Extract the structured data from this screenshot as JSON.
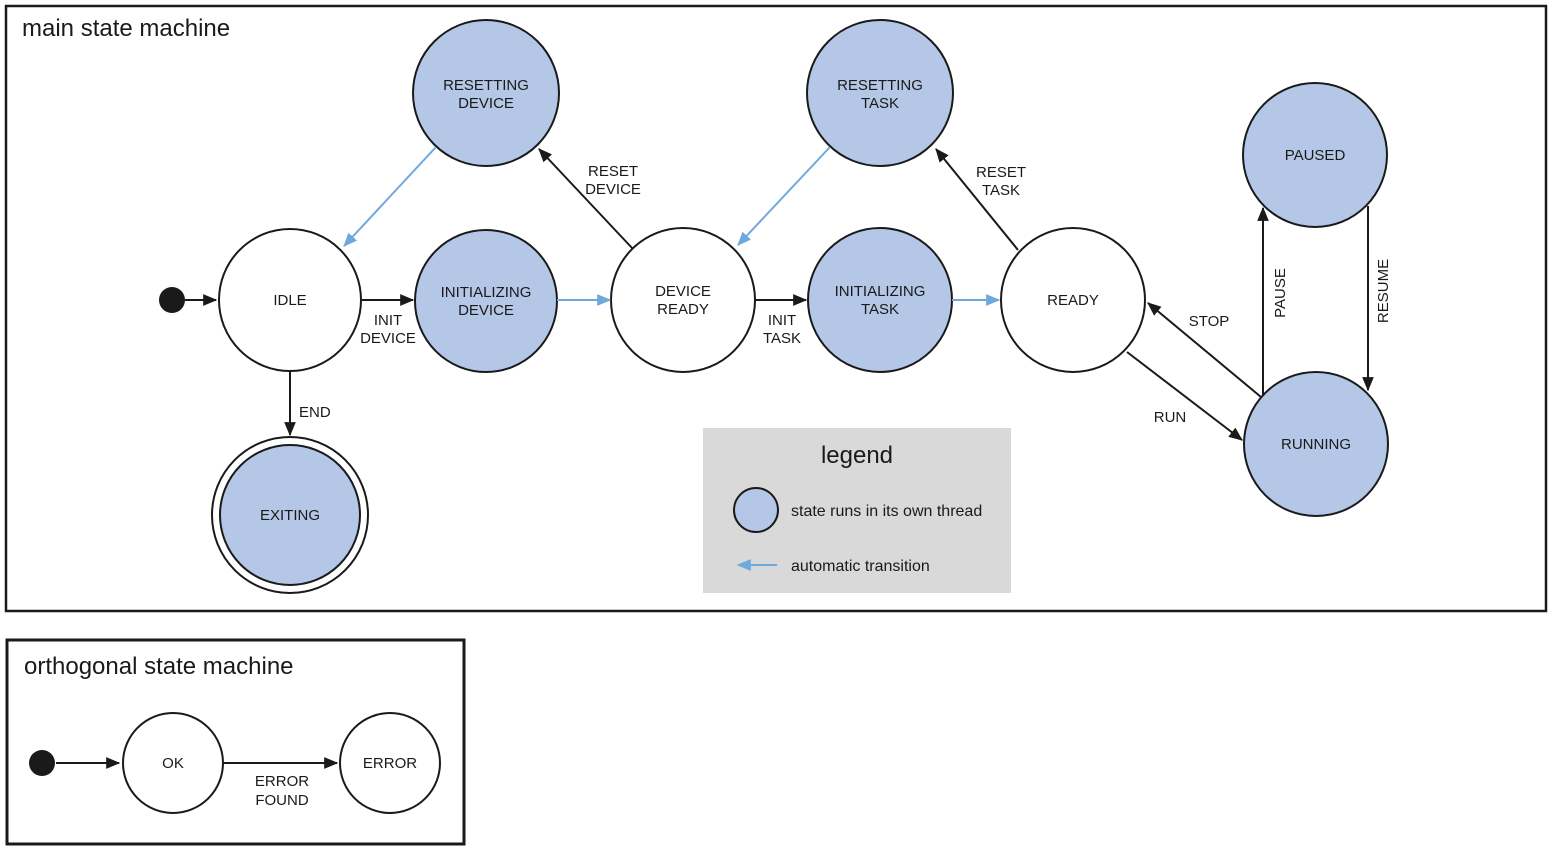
{
  "colors": {
    "threaded_state_fill": "#b4c7e7",
    "normal_state_fill": "#ffffff",
    "outline": "#1a1a1a",
    "automatic_transition": "#6fa8dc",
    "legend_background": "#d9d9d9"
  },
  "main_machine": {
    "title": "main state machine",
    "states": [
      {
        "id": "idle",
        "lines": [
          "IDLE"
        ],
        "threaded": false
      },
      {
        "id": "resetting-device",
        "lines": [
          "RESETTING",
          "DEVICE"
        ],
        "threaded": true
      },
      {
        "id": "initializing-device",
        "lines": [
          "INITIALIZING",
          "DEVICE"
        ],
        "threaded": true
      },
      {
        "id": "device-ready",
        "lines": [
          "DEVICE",
          "READY"
        ],
        "threaded": false
      },
      {
        "id": "resetting-task",
        "lines": [
          "RESETTING",
          "TASK"
        ],
        "threaded": true
      },
      {
        "id": "initializing-task",
        "lines": [
          "INITIALIZING",
          "TASK"
        ],
        "threaded": true
      },
      {
        "id": "ready",
        "lines": [
          "READY"
        ],
        "threaded": false
      },
      {
        "id": "paused",
        "lines": [
          "PAUSED"
        ],
        "threaded": true
      },
      {
        "id": "running",
        "lines": [
          "RUNNING"
        ],
        "threaded": true
      },
      {
        "id": "exiting",
        "lines": [
          "EXITING"
        ],
        "threaded": true,
        "final_state": true
      }
    ],
    "transitions": [
      {
        "id": "init-device",
        "from": "idle",
        "to": "initializing-device",
        "lines": [
          "INIT",
          "DEVICE"
        ],
        "automatic": false
      },
      {
        "id": "reset-device",
        "from": "device-ready",
        "to": "resetting-device",
        "lines": [
          "RESET",
          "DEVICE"
        ],
        "automatic": false
      },
      {
        "id": "init-task",
        "from": "device-ready",
        "to": "initializing-task",
        "lines": [
          "INIT",
          "TASK"
        ],
        "automatic": false
      },
      {
        "id": "reset-task",
        "from": "ready",
        "to": "resetting-task",
        "lines": [
          "RESET",
          "TASK"
        ],
        "automatic": false
      },
      {
        "id": "stop",
        "from": "running",
        "to": "ready",
        "lines": [
          "STOP"
        ],
        "automatic": false
      },
      {
        "id": "run",
        "from": "ready",
        "to": "running",
        "lines": [
          "RUN"
        ],
        "automatic": false
      },
      {
        "id": "pause",
        "from": "running",
        "to": "paused",
        "lines": [
          "PAUSE"
        ],
        "automatic": false
      },
      {
        "id": "resume",
        "from": "paused",
        "to": "running",
        "lines": [
          "RESUME"
        ],
        "automatic": false
      },
      {
        "id": "end",
        "from": "idle",
        "to": "exiting",
        "lines": [
          "END"
        ],
        "automatic": false
      }
    ]
  },
  "legend": {
    "title": "legend",
    "items": [
      {
        "id": "threaded-state",
        "label": "state runs in its own thread"
      },
      {
        "id": "automatic-transition",
        "label": "automatic transition"
      }
    ]
  },
  "orthogonal_machine": {
    "title": "orthogonal state machine",
    "states": [
      {
        "id": "ok",
        "lines": [
          "OK"
        ],
        "threaded": false
      },
      {
        "id": "error",
        "lines": [
          "ERROR"
        ],
        "threaded": false
      }
    ],
    "transitions": [
      {
        "id": "error-found",
        "from": "ok",
        "to": "error",
        "lines": [
          "ERROR",
          "FOUND"
        ],
        "automatic": false
      }
    ]
  }
}
